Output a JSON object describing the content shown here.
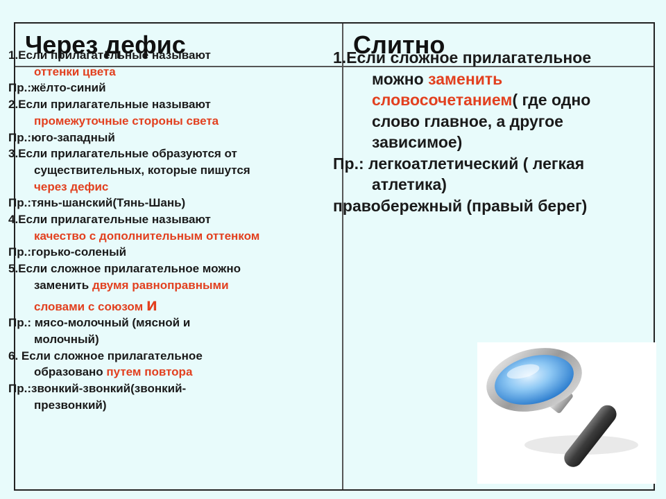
{
  "headers": {
    "left": "Через дефис",
    "right": "Слитно"
  },
  "left": {
    "l1a": "1.Если прилагательные называют",
    "l1b": "оттенки цвета",
    "l2": "Пр.:жёлто-синий",
    "l3a": "2.Если прилагательные называют",
    "l3b": "промежуточные стороны света",
    "l4": "Пр.:юго-западный",
    "l5a": "3.Если прилагательные образуются от",
    "l5b": "существительных, которые пишутся",
    "l5c": "через дефис",
    "l6": "Пр.:тянь-шанский(Тянь-Шань)",
    "l7a": "4.Если прилагательные называют",
    "l7b": "качество с дополнительным оттенком",
    "l8": "Пр.:горько-соленый",
    "l9a": "5.Если сложное прилагательное можно",
    "l9b_plain": "заменить ",
    "l9b_red": "двумя равноправными",
    "l9c_red": "словами с союзом ",
    "l9c_big": "и",
    "l10a": "Пр.: мясо-молочный (мясной и",
    "l10b": "молочный)",
    "l11a": "6. Если сложное прилагательное",
    "l11b_plain": "образовано ",
    "l11b_red": "путем повтора",
    "l12a": "Пр.:звонкий-звонкий(звонкий-",
    "l12b": "презвонкий)"
  },
  "right": {
    "r1": "1.Если сложное прилагательное",
    "r2_plain": "можно ",
    "r2_red": "заменить",
    "r3_red": "словосочетанием",
    "r3_plain": "( где одно",
    "r4": "слово главное, а другое",
    "r5": "зависимое)",
    "r6": "Пр.: легкоатлетический ( легкая",
    "r7": "атлетика)",
    "r8": "правобережный (правый берег)"
  },
  "colors": {
    "background": "#e8fbfb",
    "accent_red": "#e2401f",
    "text": "#1a1a1a"
  },
  "icons": {
    "magnifier": "magnifying-glass-icon"
  }
}
